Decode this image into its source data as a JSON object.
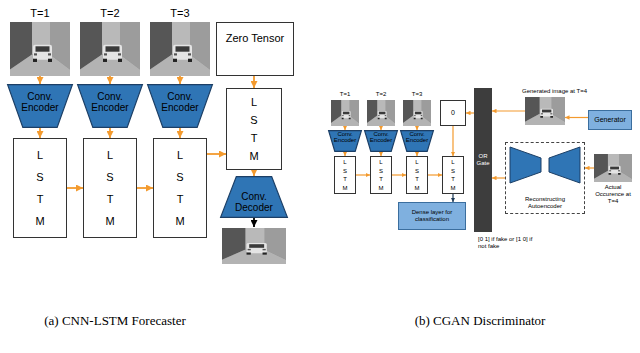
{
  "diagram": {
    "nodes": [
      {
        "text": [
          "T=1"
        ]
      },
      {
        "text": [
          "T=2"
        ]
      },
      {
        "text": [
          "T=3"
        ]
      },
      {
        "text": [
          "Zero Tensor"
        ]
      },
      {
        "text": [
          "Conv. Encoder"
        ]
      },
      {
        "text": [
          "Conv. Encoder"
        ]
      },
      {
        "text": [
          "Conv. Encoder"
        ]
      },
      {
        "text": [
          "L S T M"
        ]
      },
      {
        "text": [
          "L S T M"
        ]
      },
      {
        "text": [
          "L S T M"
        ]
      },
      {
        "text": [
          "L S T M"
        ]
      },
      {
        "text": [
          "Conv. Decoder"
        ]
      },
      {
        "text": [
          "T=1"
        ]
      },
      {
        "text": [
          "T=2"
        ]
      },
      {
        "text": [
          "T=3"
        ]
      },
      {
        "text": [
          "0"
        ]
      },
      {
        "text": [
          "Conv. Encoder"
        ]
      },
      {
        "text": [
          "Conv. Encoder"
        ]
      },
      {
        "text": [
          "Conv. Encoder"
        ]
      },
      {
        "text": [
          "L S T M"
        ]
      },
      {
        "text": [
          "L S T M"
        ]
      },
      {
        "text": [
          "L S T M"
        ]
      },
      {
        "text": [
          "L S T M"
        ]
      },
      {
        "text": [
          "Dense layer for classification"
        ]
      },
      {
        "text": [
          "OR Gate"
        ]
      },
      {
        "text": [
          "Generated image at T=4"
        ]
      },
      {
        "text": [
          "Generator"
        ]
      },
      {
        "text": [
          "Reconstructing Autoencoder"
        ]
      },
      {
        "text": [
          "Actual Occurence at T=4"
        ]
      }
    ],
    "edges": [
      {
        "from": 0,
        "to": 4,
        "arrow": "to"
      },
      {
        "from": 1,
        "to": 5,
        "arrow": "to"
      },
      {
        "from": 2,
        "to": 6,
        "arrow": "to"
      },
      {
        "from": 4,
        "to": 7,
        "arrow": "to"
      },
      {
        "from": 5,
        "to": 8,
        "arrow": "to"
      },
      {
        "from": 6,
        "to": 9,
        "arrow": "to"
      },
      {
        "from": 7,
        "to": 8,
        "arrow": "to"
      },
      {
        "from": 8,
        "to": 9,
        "arrow": "to"
      },
      {
        "from": 9,
        "to": 10,
        "arrow": "to"
      },
      {
        "from": 3,
        "to": 10,
        "arrow": "to"
      },
      {
        "from": 10,
        "to": 11,
        "arrow": "to"
      },
      {
        "from": 12,
        "to": 16,
        "arrow": "to"
      },
      {
        "from": 13,
        "to": 17,
        "arrow": "to"
      },
      {
        "from": 14,
        "to": 18,
        "arrow": "to"
      },
      {
        "from": 16,
        "to": 19,
        "arrow": "to"
      },
      {
        "from": 17,
        "to": 20,
        "arrow": "to"
      },
      {
        "from": 18,
        "to": 21,
        "arrow": "to"
      },
      {
        "from": 19,
        "to": 20,
        "arrow": "to"
      },
      {
        "from": 20,
        "to": 21,
        "arrow": "to"
      },
      {
        "from": 21,
        "to": 22,
        "arrow": "to"
      },
      {
        "from": 15,
        "to": 22,
        "arrow": "to"
      },
      {
        "from": 22,
        "to": 23,
        "arrow": "to"
      },
      {
        "from": 24,
        "to": 15,
        "arrow": "to"
      },
      {
        "from": 26,
        "to": 25,
        "arrow": "to"
      },
      {
        "from": 25,
        "to": 24,
        "arrow": "to"
      },
      {
        "from": 27,
        "to": 24,
        "arrow": "to"
      },
      {
        "from": 28,
        "to": 27,
        "arrow": "to"
      }
    ],
    "labels": [
      "(a) CNN-LSTM Forecaster",
      "(b) CGAN Discriminator",
      "[0 1] if fake or [1 0] if not fake"
    ]
  }
}
